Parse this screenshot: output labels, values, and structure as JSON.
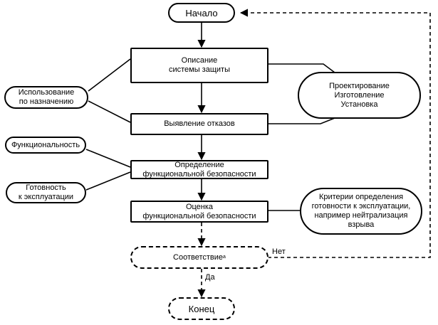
{
  "nodes": {
    "start": "Начало",
    "describe": "Описание\nсистемы защиты",
    "design": "Проектирование\nИзготовление\nУстановка",
    "usage": "Использование\nпо назначению",
    "failures": "Выявление отказов",
    "functionality": "Функциональность",
    "define_fs": "Определение\nфункциональной безопасности",
    "readiness": "Готовность\nк эксплуатации",
    "assess_fs": "Оценка\nфункциональной безопасности",
    "criteria": "Критерии определения\nготовности к эксплуатации,\nнапример нейтрализация\nвзрыва",
    "compliance": "Соответствие",
    "compliance_sup": "a",
    "end": "Конец"
  },
  "edge_labels": {
    "no": "Нет",
    "yes": "Да"
  }
}
